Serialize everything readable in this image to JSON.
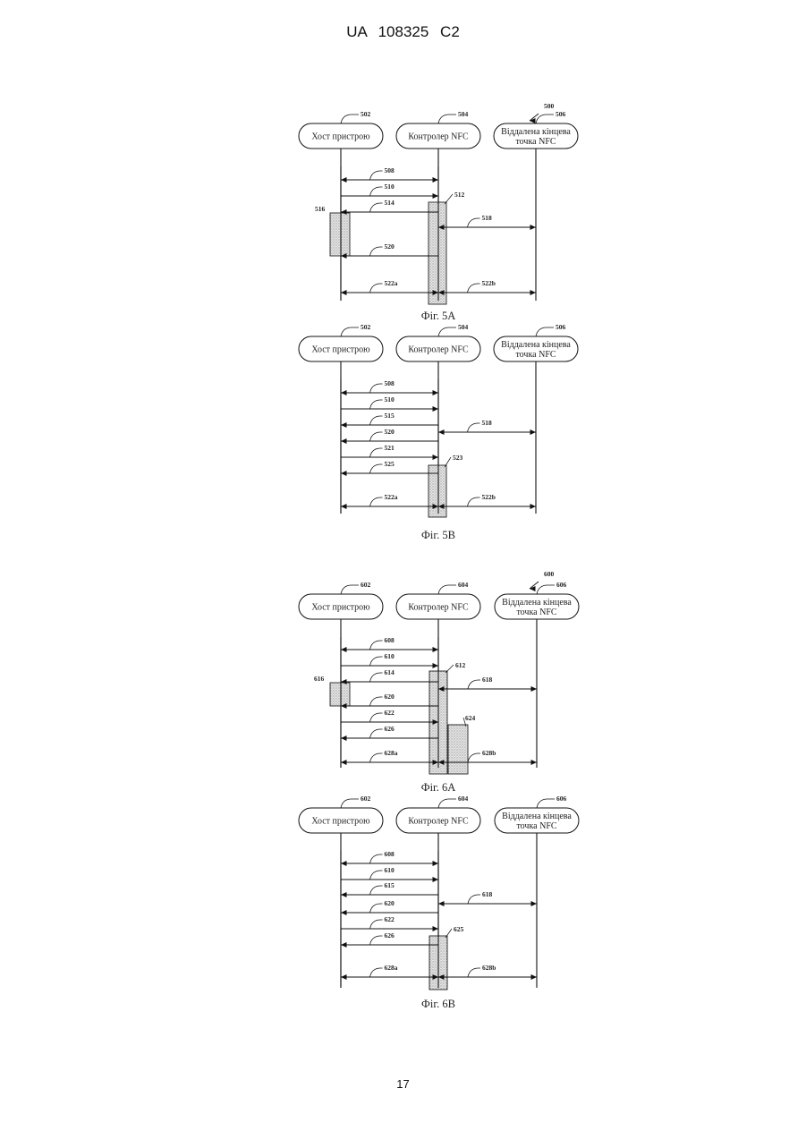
{
  "header": "UA   108325   C2",
  "page_number": "17",
  "diagrams": [
    {
      "id": "5A",
      "group_ref": "500",
      "caption": "Фіг. 5А",
      "participants": [
        {
          "ref": "502",
          "name": [
            "Хост пристрою"
          ]
        },
        {
          "ref": "504",
          "name": [
            "Контролер NFC"
          ]
        },
        {
          "ref": "506",
          "name": [
            "Віддалена кінцева",
            "точка NFC"
          ]
        }
      ],
      "boxes": [
        {
          "ref": "512"
        },
        {
          "ref": "516"
        }
      ],
      "messages": [
        {
          "ref": "508"
        },
        {
          "ref": "510"
        },
        {
          "ref": "514"
        },
        {
          "ref": "518"
        },
        {
          "ref": "520"
        },
        {
          "ref": "522a"
        },
        {
          "ref": "522b"
        }
      ]
    },
    {
      "id": "5B",
      "caption": "Фіг. 5В",
      "participants": [
        {
          "ref": "502",
          "name": [
            "Хост пристрою"
          ]
        },
        {
          "ref": "504",
          "name": [
            "Контролер NFC"
          ]
        },
        {
          "ref": "506",
          "name": [
            "Віддалена кінцева",
            "точка NFC"
          ]
        }
      ],
      "boxes": [
        {
          "ref": "523"
        }
      ],
      "messages": [
        {
          "ref": "508"
        },
        {
          "ref": "510"
        },
        {
          "ref": "515"
        },
        {
          "ref": "518"
        },
        {
          "ref": "520"
        },
        {
          "ref": "521"
        },
        {
          "ref": "525"
        },
        {
          "ref": "522a"
        },
        {
          "ref": "522b"
        }
      ]
    },
    {
      "id": "6A",
      "group_ref": "600",
      "caption": "Фіг. 6А",
      "participants": [
        {
          "ref": "602",
          "name": [
            "Хост пристрою"
          ]
        },
        {
          "ref": "604",
          "name": [
            "Контролер NFC"
          ]
        },
        {
          "ref": "606",
          "name": [
            "Віддалена кінцева",
            "точка NFC"
          ]
        }
      ],
      "boxes": [
        {
          "ref": "612"
        },
        {
          "ref": "616"
        },
        {
          "ref": "624"
        }
      ],
      "messages": [
        {
          "ref": "608"
        },
        {
          "ref": "610"
        },
        {
          "ref": "614"
        },
        {
          "ref": "618"
        },
        {
          "ref": "620"
        },
        {
          "ref": "622"
        },
        {
          "ref": "626"
        },
        {
          "ref": "628a"
        },
        {
          "ref": "628b"
        }
      ]
    },
    {
      "id": "6B",
      "caption": "Фіг. 6В",
      "participants": [
        {
          "ref": "602",
          "name": [
            "Хост пристрою"
          ]
        },
        {
          "ref": "604",
          "name": [
            "Контролер NFC"
          ]
        },
        {
          "ref": "606",
          "name": [
            "Віддалена кінцева",
            "точка NFC"
          ]
        }
      ],
      "boxes": [
        {
          "ref": "625"
        }
      ],
      "messages": [
        {
          "ref": "608"
        },
        {
          "ref": "610"
        },
        {
          "ref": "615"
        },
        {
          "ref": "618"
        },
        {
          "ref": "620"
        },
        {
          "ref": "622"
        },
        {
          "ref": "626"
        },
        {
          "ref": "628a"
        },
        {
          "ref": "628b"
        }
      ]
    }
  ]
}
